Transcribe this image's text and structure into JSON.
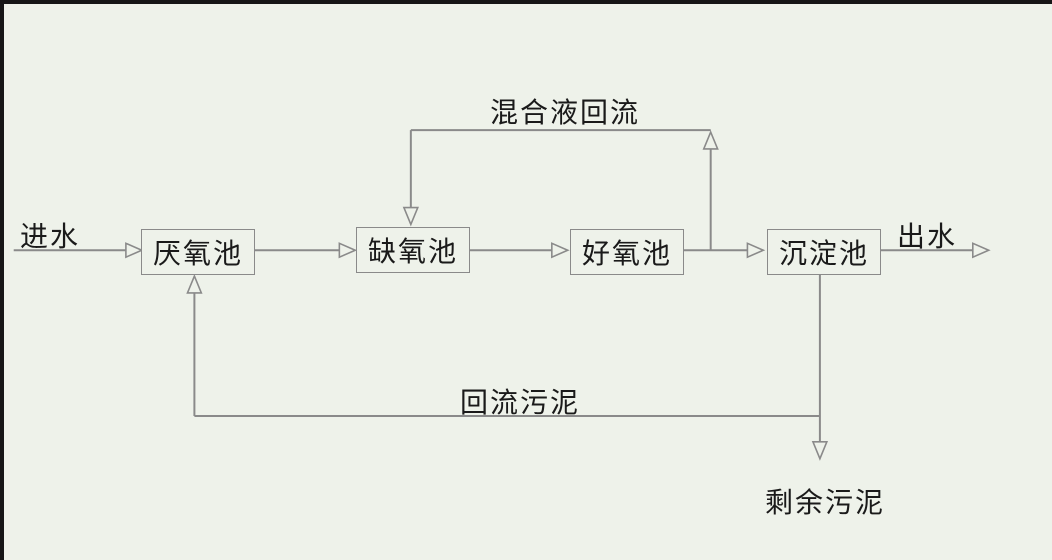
{
  "colors": {
    "background": "#eef2ea",
    "line": "#8a8a8a",
    "text": "#1a1a1a",
    "frame": "#161616"
  },
  "nodes": [
    {
      "id": "anaerobic-tank",
      "label": "厌氧池"
    },
    {
      "id": "anoxic-tank",
      "label": "缺氧池"
    },
    {
      "id": "aerobic-tank",
      "label": "好氧池"
    },
    {
      "id": "settling-tank",
      "label": "沉淀池"
    }
  ],
  "labels": {
    "influent": "进水",
    "effluent": "出水",
    "mixed_liquor_recycle": "混合液回流",
    "return_sludge": "回流污泥",
    "excess_sludge": "剩余污泥"
  }
}
